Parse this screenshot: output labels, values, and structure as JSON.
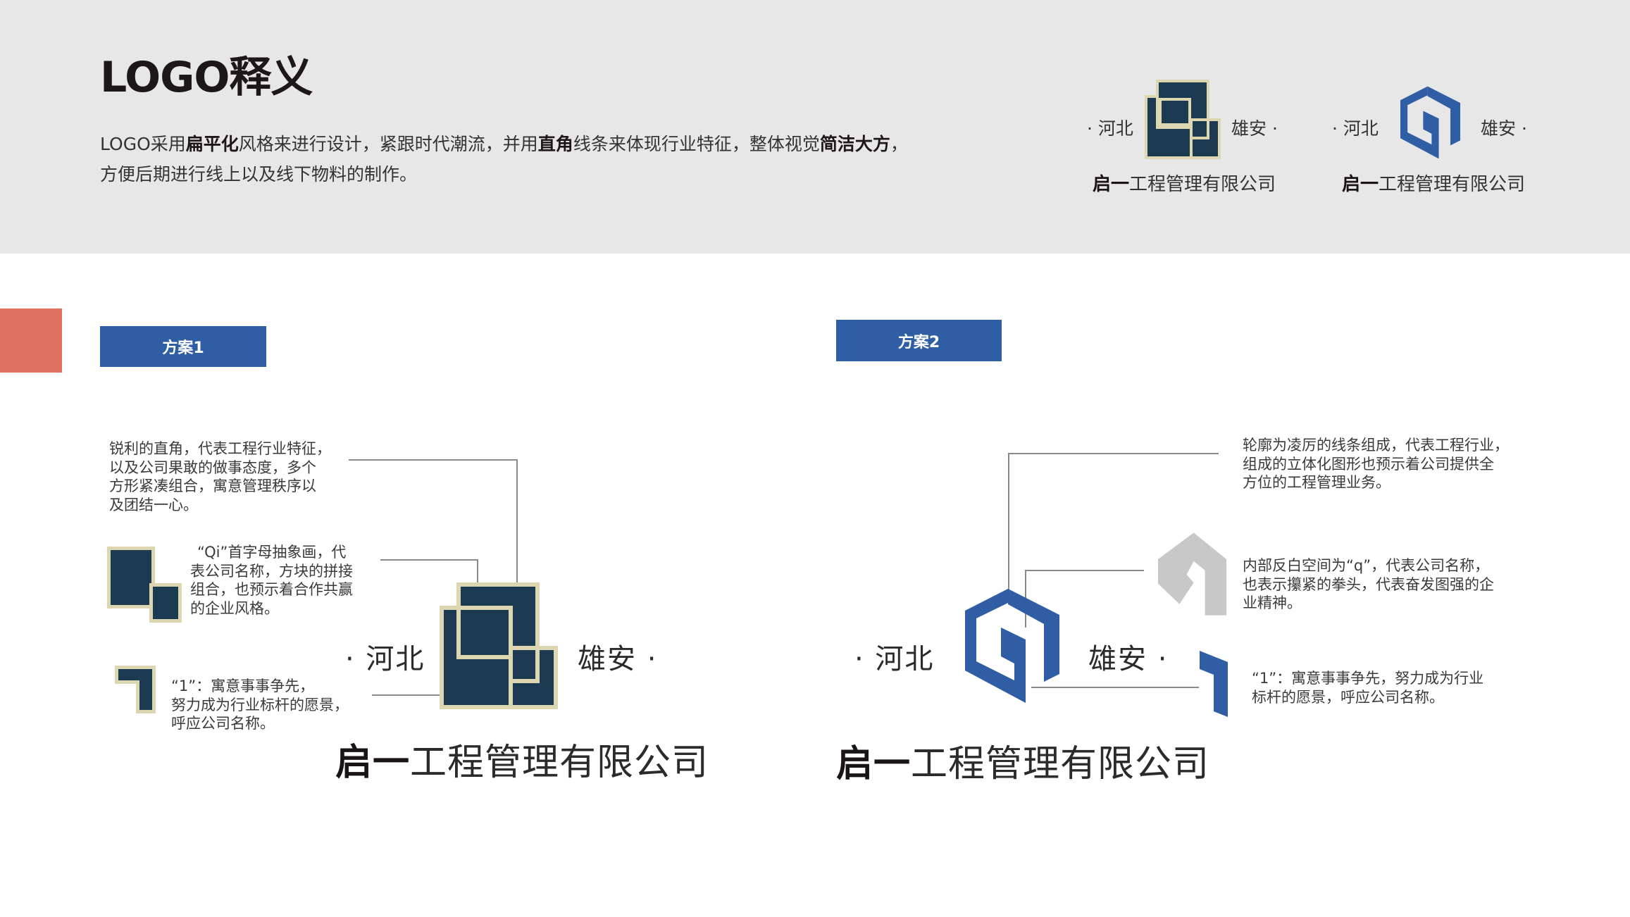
{
  "header": {
    "title": "LOGO释义",
    "intro": {
      "line1": [
        {
          "text": "LOGO采用",
          "bold": false
        },
        {
          "text": "扁平化",
          "bold": true
        },
        {
          "text": "风格来进行设计，紧跟时代潮流，并用",
          "bold": false
        },
        {
          "text": "直角",
          "bold": true
        },
        {
          "text": "线条来体现行业特征，整体视觉",
          "bold": false
        },
        {
          "text": "简洁大方",
          "bold": true
        },
        {
          "text": "，",
          "bold": false
        }
      ],
      "line2": "方便后期进行线上以及线下物料的制作。",
      "seg1": "LOGO采用",
      "seg2": "扁平化",
      "seg3": "风格来进行设计，紧跟时代潮流，并用",
      "seg4": "直角",
      "seg5": "线条来体现行业特征，整体视觉",
      "seg6": "简洁大方",
      "seg7": "，"
    },
    "preview_logos": [
      {
        "left_label": "· 河北",
        "right_label": "雄安 ·",
        "company_bold": "启一",
        "company_rest": "工程管理有限公司",
        "style": "squares"
      },
      {
        "left_label": "· 河北",
        "right_label": "雄安 ·",
        "company_bold": "启一",
        "company_rest": "工程管理有限公司",
        "style": "hexagon-q"
      }
    ]
  },
  "colors": {
    "header_bg": "#e7e7e7",
    "accent_red": "#de7160",
    "tag_blue": "#2f5ea5",
    "navy": "#1c3a52",
    "cream": "#dcd7b1",
    "logo_blue": "#2f5ea5",
    "ghost_gray": "#c8c8c8"
  },
  "scheme1": {
    "tag": "方案1",
    "notes": {
      "corners": "锐利的直角，代表工程行业特征，以及公司果敢的做事态度，多个方形紧凑组合，寓意管理秩序以及团结一心。",
      "corners_lines": [
        "锐利的直角，代表工程行业特征，",
        "以及公司果敢的做事态度，多个",
        "方形紧凑组合，寓意管理秩序以",
        "及团结一心。"
      ],
      "qi_lines": [
        "“Qi”首字母抽象画，代",
        "表公司名称，方块的拼接",
        "组合，也预示着合作共赢",
        "的企业风格。"
      ],
      "one_lines": [
        "“1”：寓意事事争先，",
        "努力成为行业标杆的愿景，",
        "呼应公司名称。"
      ]
    },
    "left_label": "· 河北",
    "right_label": "雄安 ·",
    "company_bold": "启一",
    "company_rest": "工程管理有限公司"
  },
  "scheme2": {
    "tag": "方案2",
    "notes": {
      "outline_lines": [
        "轮廓为凌厉的线条组成，代表工程行业，",
        "组成的立体化图形也预示着公司提供全",
        "方位的工程管理业务。"
      ],
      "q_lines": [
        "内部反白空间为“q”，代表公司名称，",
        "也表示攥紧的拳头，代表奋发图强的企",
        "业精神。"
      ],
      "one_lines": [
        "“1”：寓意事事争先，努力成为行业",
        "标杆的愿景，呼应公司名称。"
      ]
    },
    "left_label": "· 河北",
    "right_label": "雄安 ·",
    "company_bold": "启一",
    "company_rest": "工程管理有限公司"
  }
}
